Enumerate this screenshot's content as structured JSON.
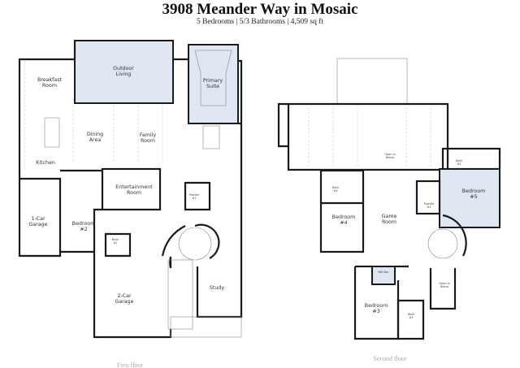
{
  "header": {
    "title": "3908 Meander Way in Mosaic",
    "subtitle": "5 Bedrooms | 5/3 Bathrooms | 4,509 sq ft"
  },
  "first_floor": {
    "label": "First floor",
    "rooms": {
      "outdoor_living": [
        "Outdoor",
        "Living"
      ],
      "breakfast_room": [
        "Breakfast",
        "Room"
      ],
      "primary_suite": [
        "Primary",
        "Suite"
      ],
      "dining_area": [
        "Dining",
        "Area"
      ],
      "family_room": [
        "Family",
        "Room"
      ],
      "kitchen": "Kitchen",
      "entertainment_room": [
        "Entertainment",
        "Room"
      ],
      "powder_1": [
        "Powder",
        "#1"
      ],
      "garage_1": [
        "1-Car",
        "Garage"
      ],
      "bedroom_2": [
        "Bedroom",
        "#2"
      ],
      "bath_2": [
        "Bath",
        "#2"
      ],
      "garage_2": [
        "2-Car",
        "Garage"
      ],
      "study": "Study"
    }
  },
  "second_floor": {
    "label": "Second floor",
    "rooms": {
      "bath_5": [
        "Bath",
        "#5"
      ],
      "bedroom_5": [
        "Bedroom",
        "#5"
      ],
      "bath_4": [
        "Bath",
        "#4"
      ],
      "bedroom_4": [
        "Bedroom",
        "#4"
      ],
      "game_room": [
        "Game",
        "Room"
      ],
      "powder_2": [
        "Powder",
        "#2"
      ],
      "wet_bar": "Wet Bar",
      "bedroom_3": [
        "Bedroom",
        "#3"
      ],
      "bath_3": [
        "Bath",
        "#3"
      ],
      "open_below_1": [
        "Open to",
        "Below"
      ],
      "open_below_2": [
        "Open to",
        "Below"
      ]
    }
  },
  "colors": {
    "highlight": "#dfe7f3",
    "walls": "#1a1a1a"
  }
}
